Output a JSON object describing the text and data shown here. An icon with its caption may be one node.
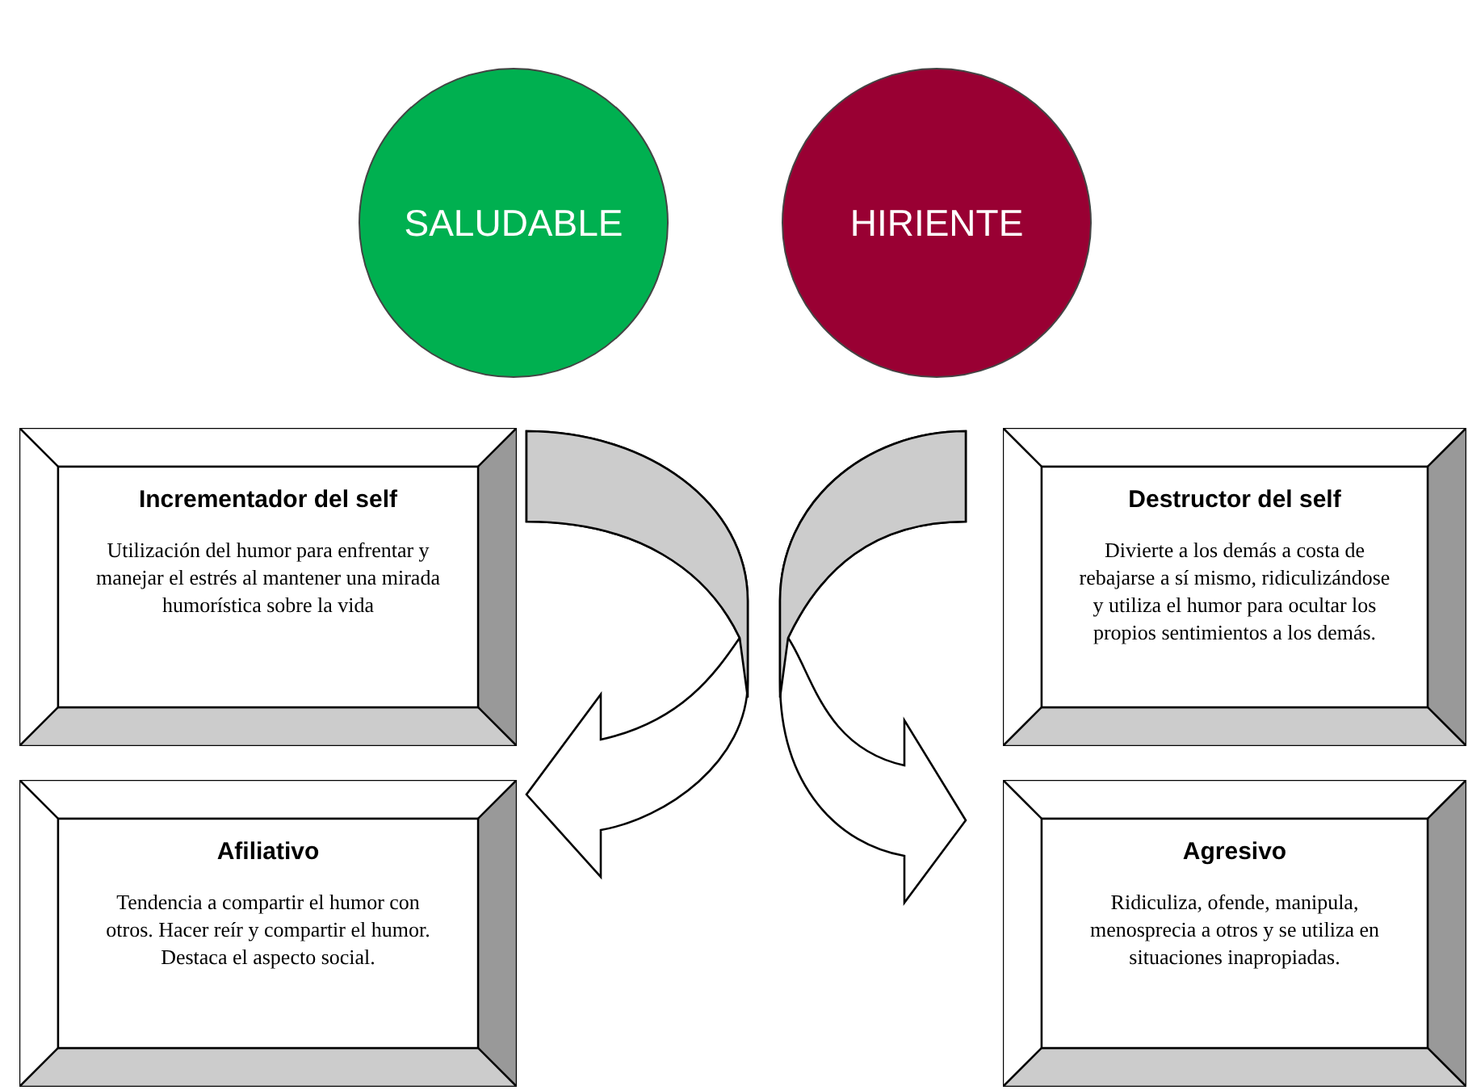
{
  "diagram": {
    "nodes": [
      {
        "text": [
          "SALUDABLE"
        ]
      },
      {
        "text": [
          "HIRIENTE"
        ]
      },
      {
        "text": [
          "Incrementador del self",
          "Utilización del humor para enfrentar y manejar el estrés al mantener una mirada humorística sobre la vida"
        ]
      },
      {
        "text": [
          "Destructor del self",
          "Divierte a los demás a costa de rebajarse a sí mismo, ridiculizándose y utiliza el humor para ocultar los propios sentimientos a los demás."
        ]
      },
      {
        "text": [
          "Afiliativo",
          "Tendencia a compartir el humor con otros. Hacer reír y compartir el humor. Destaca el aspecto social."
        ]
      },
      {
        "text": [
          "Agresivo",
          "Ridiculiza, ofende, manipula, menosprecia a otros y se utiliza en situaciones inapropiadas."
        ]
      }
    ],
    "edges": [
      {
        "from": 2,
        "to": 4,
        "arrow": "to"
      },
      {
        "from": 3,
        "to": 5,
        "arrow": "to"
      }
    ]
  }
}
